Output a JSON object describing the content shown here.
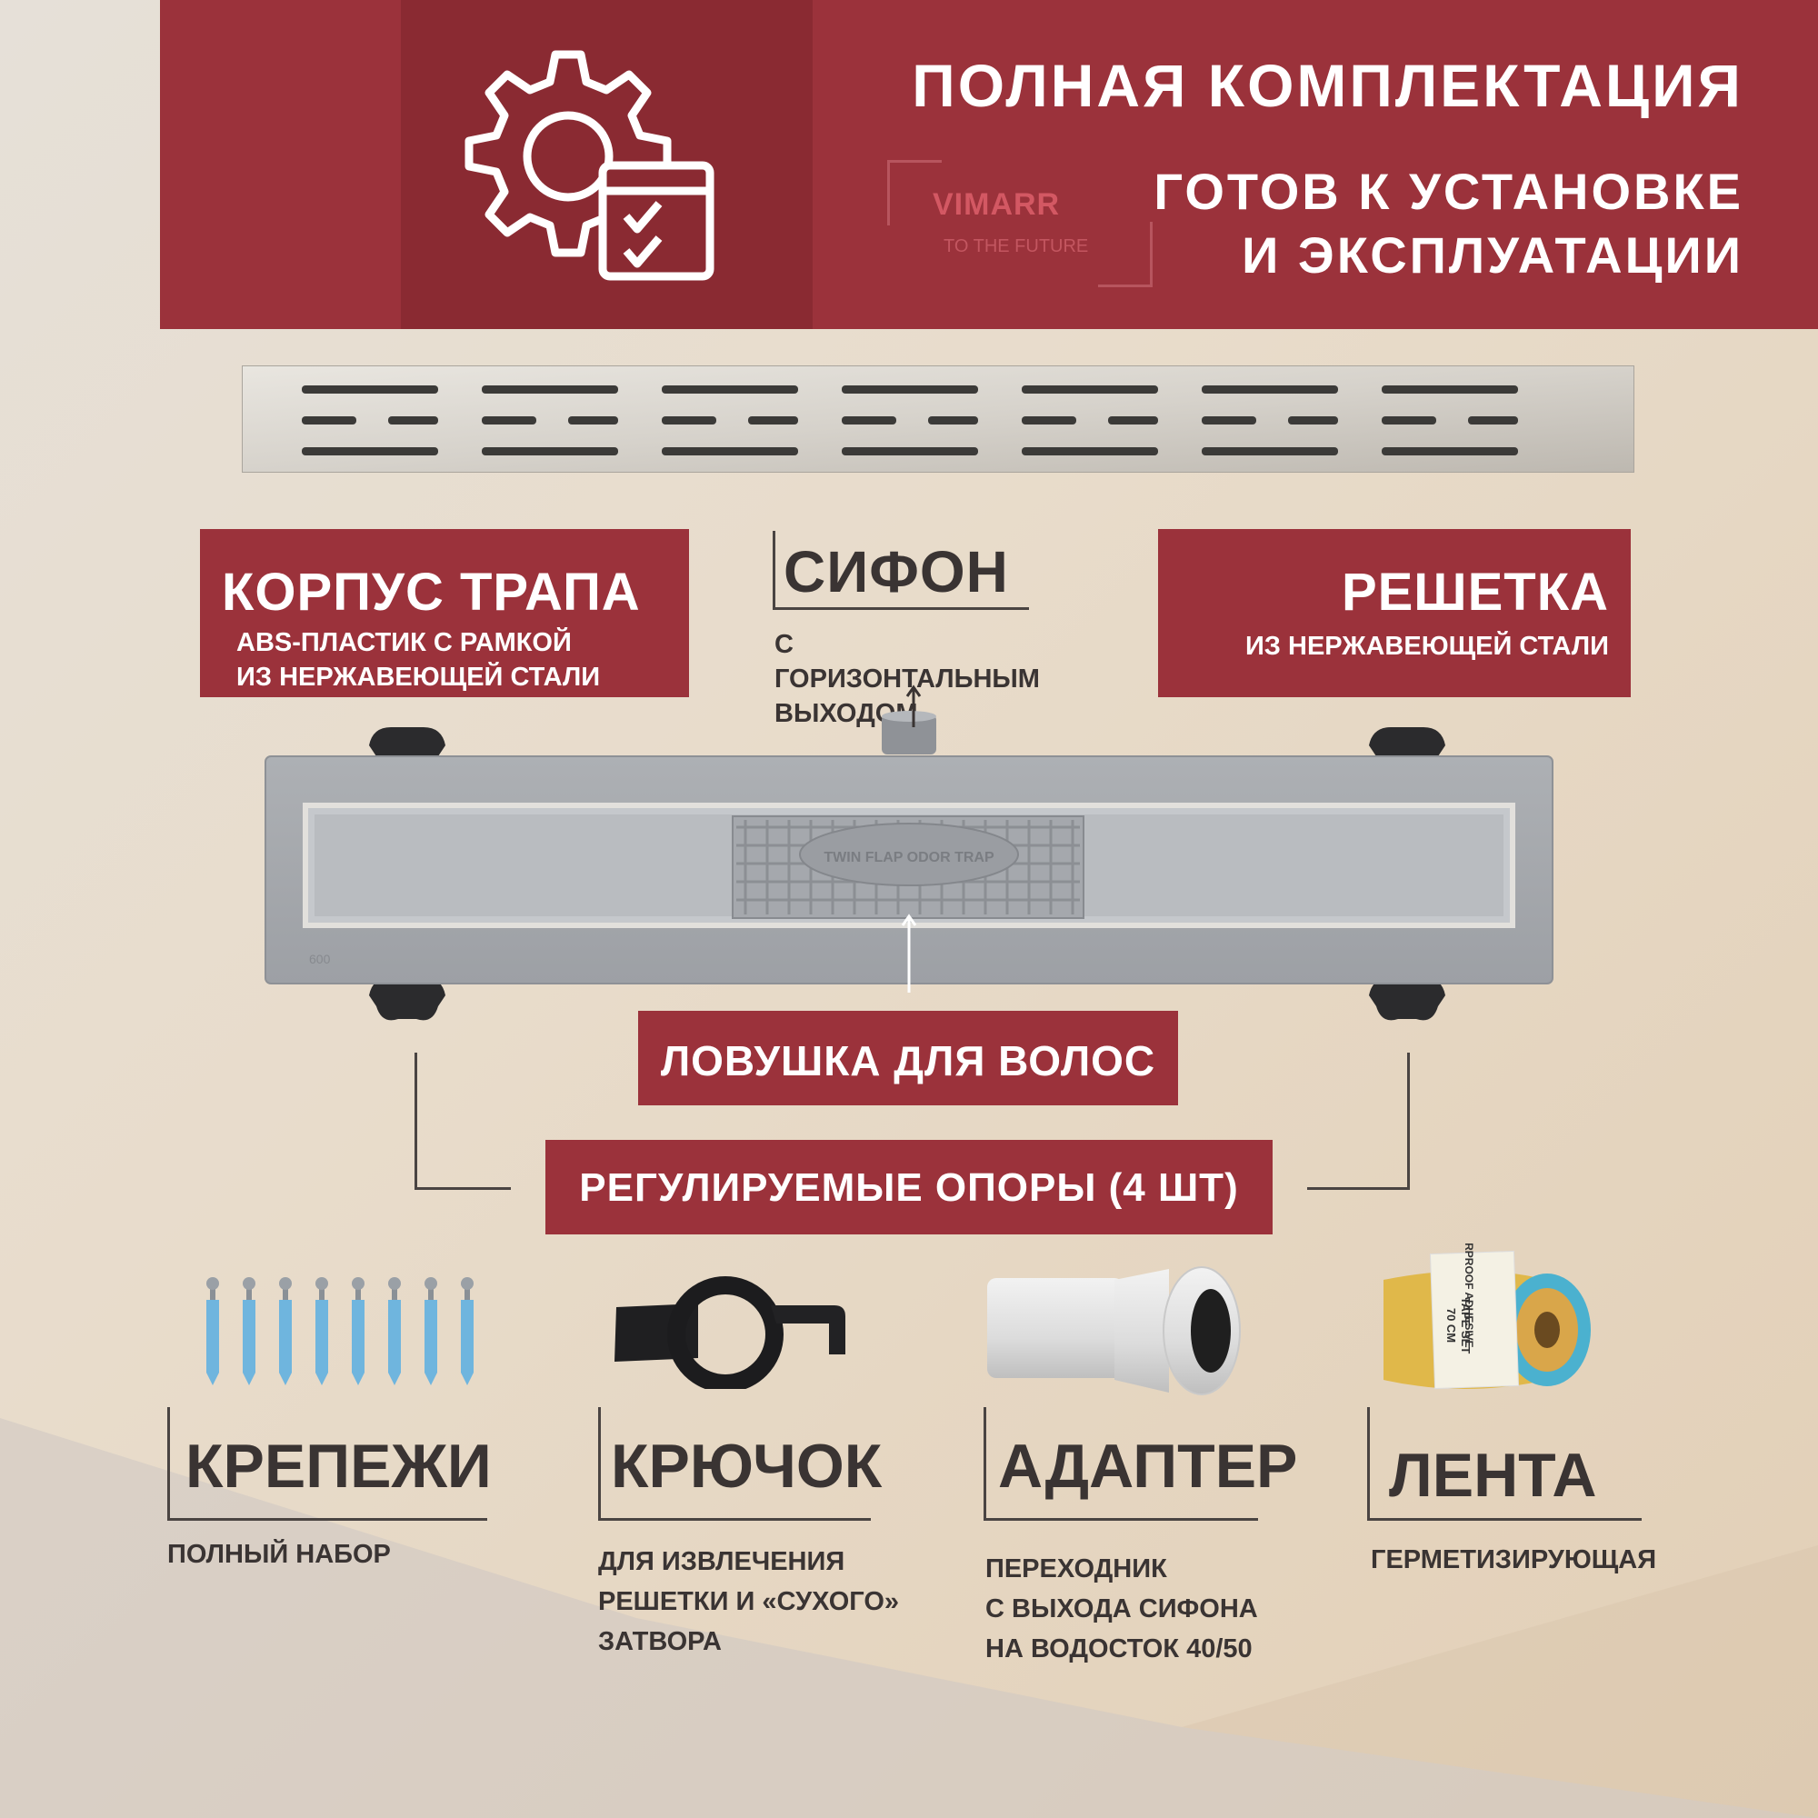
{
  "header": {
    "title": "ПОЛНАЯ КОМПЛЕКТАЦИЯ",
    "subtitle_line1": "ГОТОВ К УСТАНОВКЕ",
    "subtitle_line2": "И ЭКСПЛУАТАЦИИ",
    "icon": "gear-checklist-icon"
  },
  "logo": {
    "name": "VIMARR",
    "tagline": "TO THE FUTURE"
  },
  "labels": {
    "body": {
      "title": "КОРПУС ТРАПА",
      "line1": "ABS-ПЛАСТИК С РАМКОЙ",
      "line2": "ИЗ НЕРЖАВЕЮЩЕЙ СТАЛИ"
    },
    "siphon": {
      "title": "СИФОН",
      "line1": "С ГОРИЗОНТАЛЬНЫМ",
      "line2": "ВЫХОДОМ"
    },
    "grate": {
      "title": "РЕШЕТКА",
      "line1": "ИЗ НЕРЖАВЕЮЩЕЙ СТАЛИ"
    },
    "hair_trap": "ЛОВУШКА ДЛЯ ВОЛОС",
    "supports": "РЕГУЛИРУЕМЫЕ ОПОРЫ (4 ШТ)"
  },
  "drain_text": {
    "trap_label": "TWIN FLAP ODOR TRAP",
    "size_mark": "600"
  },
  "tape_text": {
    "line1": "WATERPROOF ADHESIVE",
    "line2": "TAPE SET",
    "line3": "70 CM"
  },
  "items": [
    {
      "title": "КРЕПЕЖИ",
      "lines": [
        "ПОЛНЫЙ НАБОР"
      ],
      "icon": "fastener-icon"
    },
    {
      "title": "КРЮЧОК",
      "lines": [
        "ДЛЯ ИЗВЛЕЧЕНИЯ",
        "РЕШЕТКИ И «СУХОГО»",
        "ЗАТВОРА"
      ],
      "icon": "hook-icon"
    },
    {
      "title": "АДАПТЕР",
      "lines": [
        "ПЕРЕХОДНИК",
        "С ВЫХОДА СИФОНА",
        "НА ВОДОСТОК 40/50"
      ],
      "icon": "adapter-icon"
    },
    {
      "title": "ЛЕНТА",
      "lines": [
        "ГЕРМЕТИЗИРУЮЩАЯ"
      ],
      "icon": "tape-roll-icon"
    }
  ],
  "colors": {
    "brand_red": "#9b323b",
    "dark_red": "#8a2a32",
    "text_dark": "#3a3433",
    "steel": "#c9c6c0",
    "housing_gray": "#a3a6aa"
  }
}
